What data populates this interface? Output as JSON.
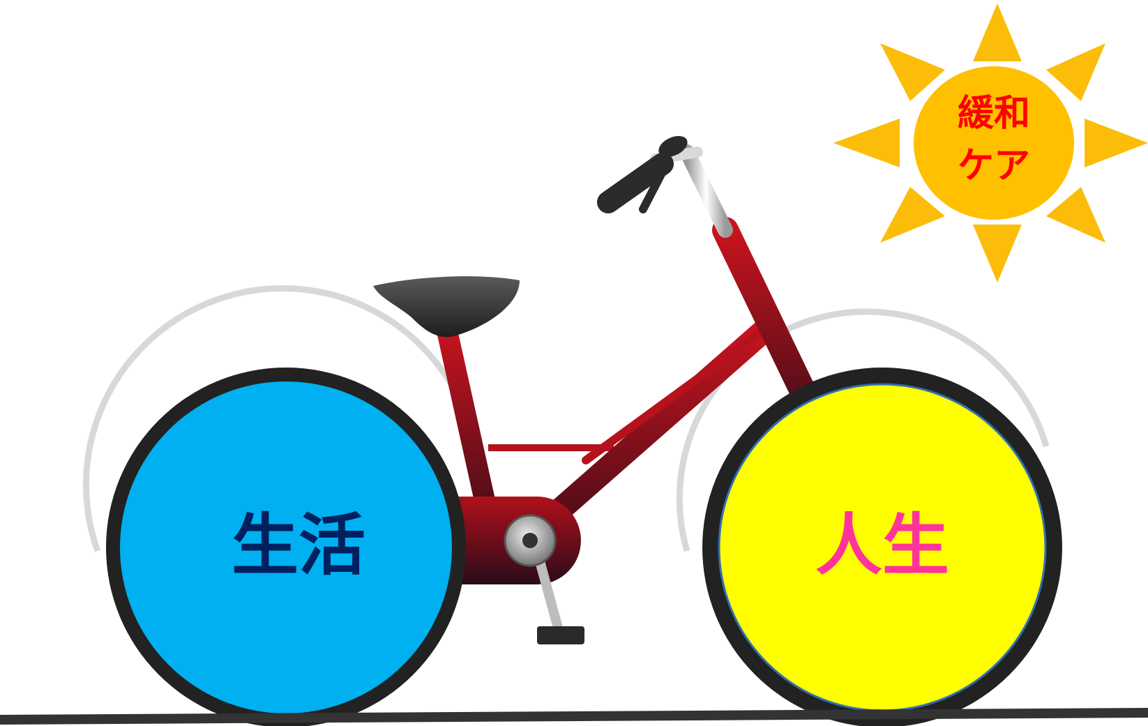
{
  "sun": {
    "line1": "緩和",
    "line2": "ケア",
    "color_rays": "#fbbd09",
    "color_core": "#ffc000",
    "text_color": "#ff0000"
  },
  "rear_wheel": {
    "label": "生活",
    "fill": "#00b0f0",
    "text_color": "#002060"
  },
  "front_wheel": {
    "label": "人生",
    "fill": "#ffff00",
    "text_color": "#ff3399"
  },
  "colors": {
    "frame": "#b5121b",
    "frame_dark": "#5a0a12",
    "tire": "#222222",
    "ground": "#333333"
  }
}
